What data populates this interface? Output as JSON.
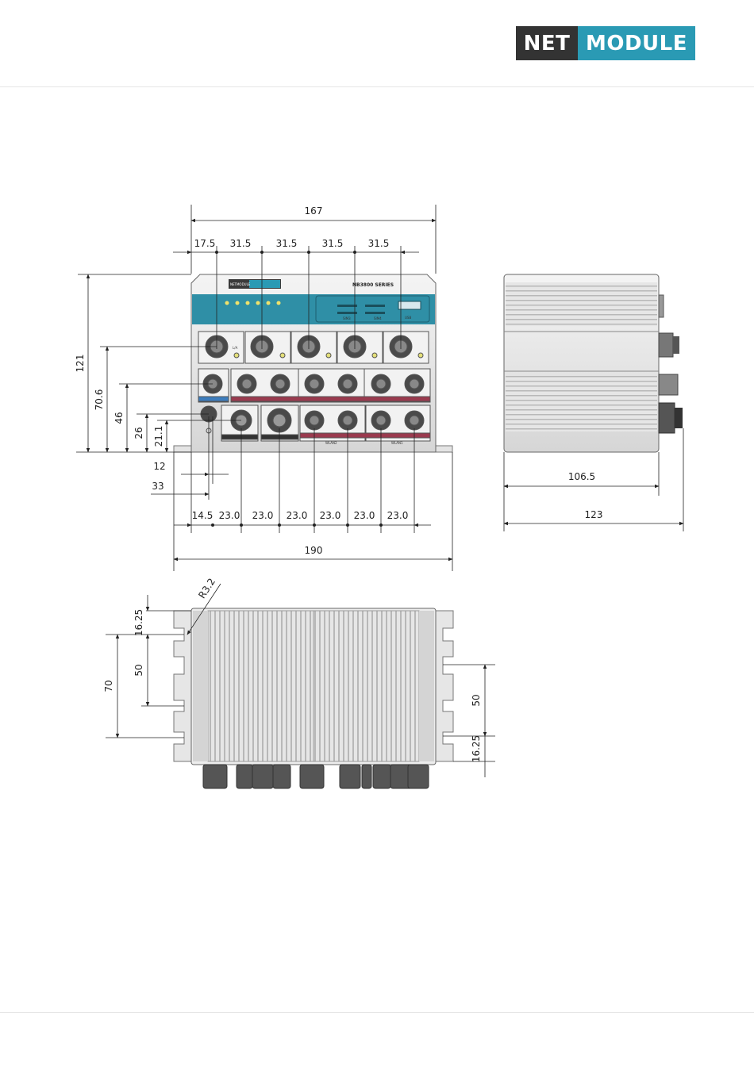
{
  "logo": {
    "part1": "NET",
    "part2": "MODULE"
  },
  "front_view": {
    "series_label": "NB3800 SERIES",
    "panel_logo": "NETMODULE",
    "labels": {
      "wlan2": "WLAN2",
      "wlan1": "WLAN1",
      "sim3": "SIM3",
      "sim4": "SIM4",
      "usb": "USB",
      "la": "L/A"
    },
    "widths": {
      "overall": "167",
      "offset_first": "17.5",
      "spacing": [
        "31.5",
        "31.5",
        "31.5",
        "31.5"
      ],
      "base_overall": "190",
      "base_first": "14.5",
      "base_spacing": [
        "23.0",
        "23.0",
        "23.0",
        "23.0",
        "23.0",
        "23.0"
      ],
      "left_12": "12",
      "left_33": "33"
    },
    "heights": {
      "overall": "121",
      "row1": "70.6",
      "row2": "46",
      "row3": "26",
      "row4": "21.1"
    }
  },
  "side_view": {
    "depth": "106.5",
    "depth_overall": "123"
  },
  "top_view": {
    "radius": "R3.2",
    "left_top": "16.25",
    "left_mid": "50",
    "left_total": "70",
    "right_mid": "50",
    "right_bottom": "16.25"
  }
}
